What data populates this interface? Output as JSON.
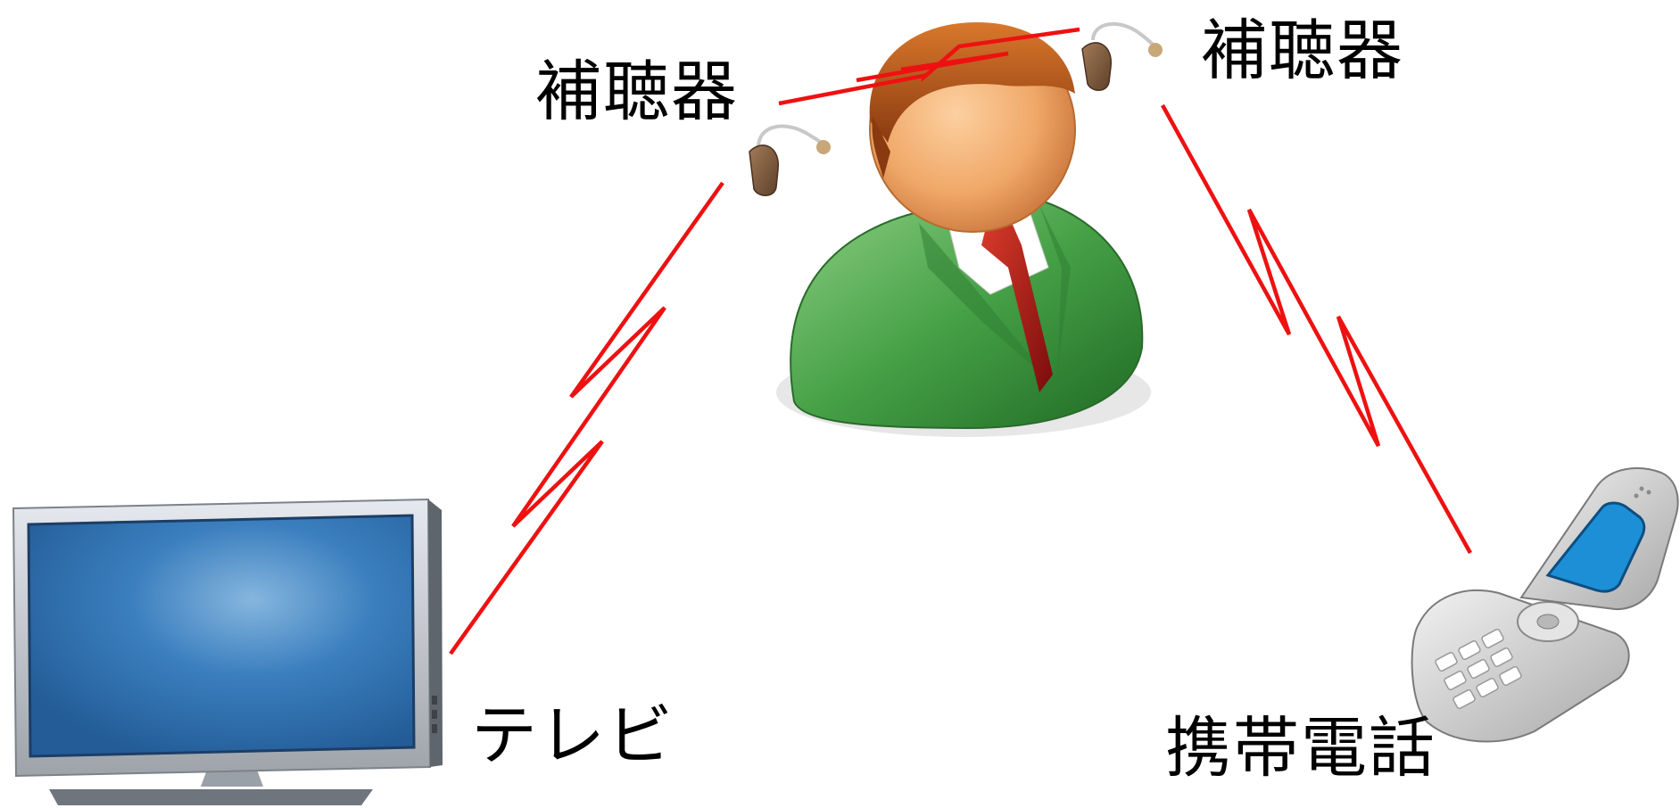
{
  "labels": {
    "hearing_aid_left": "補聴器",
    "hearing_aid_right": "補聴器",
    "tv": "テレビ",
    "mobile_phone": "携帯電話"
  },
  "colors": {
    "link": "#ee1111",
    "suit": "#3f9a3f",
    "tie": "#b01818",
    "skin": "#f0a868",
    "hair": "#b5541a",
    "tv_screen": "#2f6fae",
    "phone_body": "#d9d9d9",
    "phone_screen": "#1c8fd6"
  }
}
